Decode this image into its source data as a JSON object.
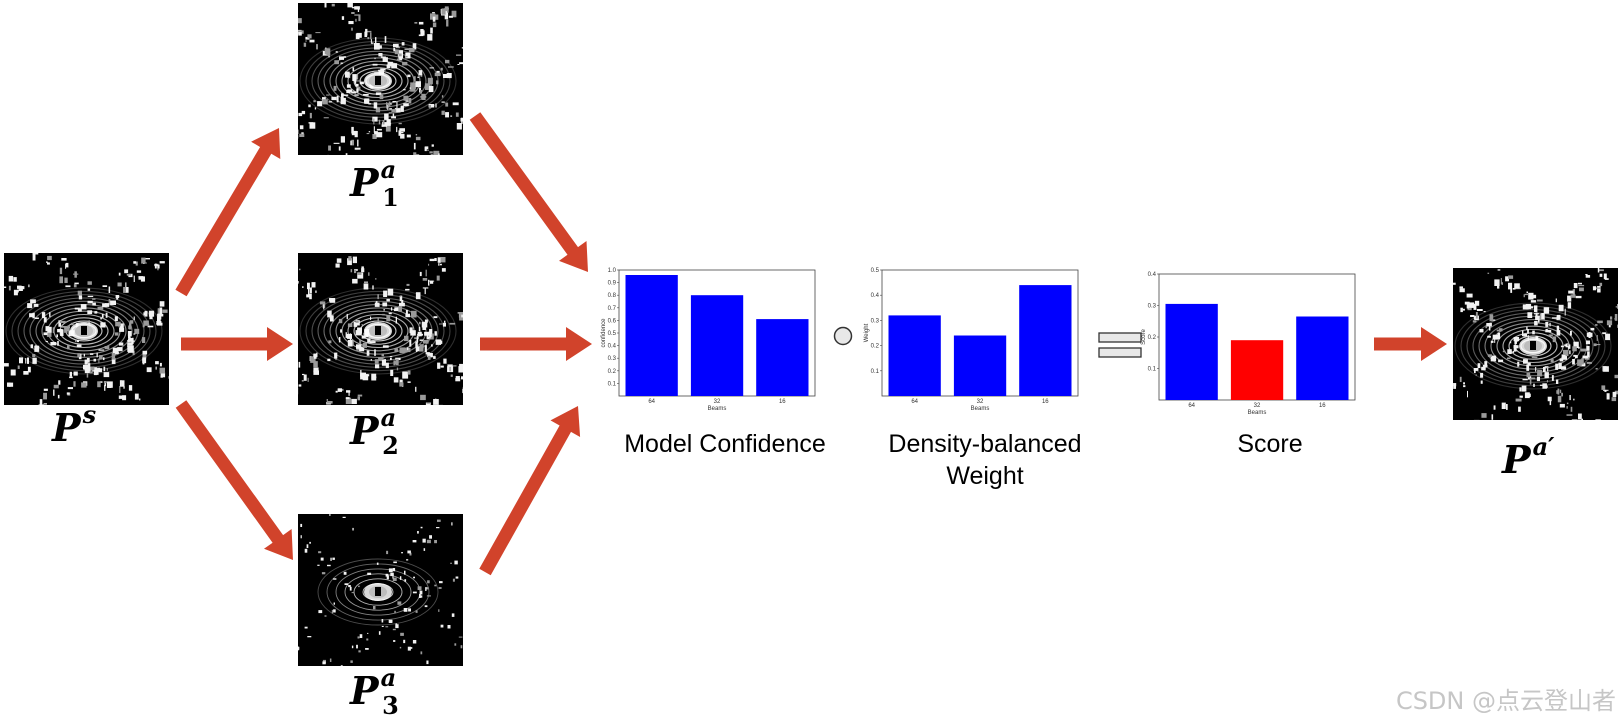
{
  "labels": {
    "ps": {
      "base": "P",
      "sup": "s"
    },
    "p1": {
      "base": "P",
      "sup": "a",
      "sub": "1"
    },
    "p2": {
      "base": "P",
      "sup": "a",
      "sub": "2"
    },
    "p3": {
      "base": "P",
      "sup": "a",
      "sub": "3"
    },
    "pout": {
      "base": "P",
      "sup": "a′"
    }
  },
  "operators": {
    "hadamard": "circle",
    "equals": "two-bars"
  },
  "colors": {
    "arrow": "#d1432b",
    "bar": "#0000ff",
    "highlight": "#ff0000",
    "scan_bg": "#000000"
  },
  "watermark": "CSDN @点云登山者",
  "chart_data": [
    {
      "type": "bar",
      "caption": "Model Confidence",
      "categories": [
        "64",
        "32",
        "16"
      ],
      "values": [
        0.96,
        0.8,
        0.61
      ],
      "ylabel": "confidence",
      "xlabel": "Beams",
      "ylim": [
        0,
        1.0
      ],
      "yticks": [
        "0.1",
        "0.2",
        "0.3",
        "0.4",
        "0.5",
        "0.6",
        "0.7",
        "0.8",
        "0.9",
        "1.0"
      ],
      "highlight_index": -1
    },
    {
      "type": "bar",
      "caption": "Density-balanced Weight",
      "categories": [
        "64",
        "32",
        "16"
      ],
      "values": [
        0.32,
        0.24,
        0.44
      ],
      "ylabel": "Weight",
      "xlabel": "Beams",
      "ylim": [
        0,
        0.5
      ],
      "yticks": [
        "0.1",
        "0.2",
        "0.3",
        "0.4",
        "0.5"
      ],
      "highlight_index": -1
    },
    {
      "type": "bar",
      "caption": "Score",
      "categories": [
        "64",
        "32",
        "16"
      ],
      "values": [
        0.305,
        0.19,
        0.265
      ],
      "ylabel": "Score",
      "xlabel": "Beams",
      "ylim": [
        0,
        0.4
      ],
      "yticks": [
        "0.1",
        "0.2",
        "0.3",
        "0.4"
      ],
      "highlight_index": 1
    }
  ]
}
